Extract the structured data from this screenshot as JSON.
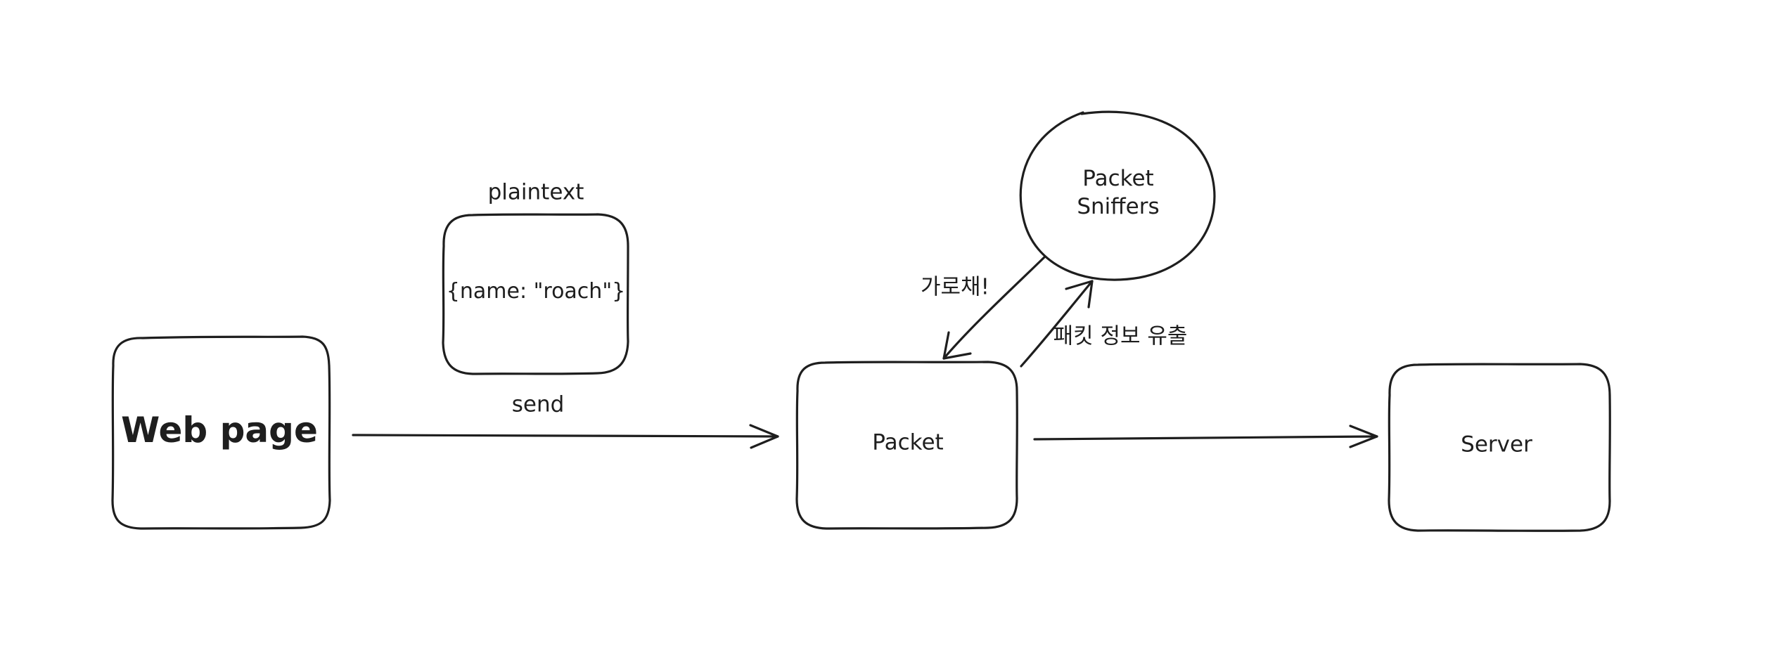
{
  "diagram": {
    "nodes": {
      "web_page": "Web page",
      "payload_box": "{name: \"roach\"}",
      "packet": "Packet",
      "server": "Server",
      "packet_sniffers": "Packet Sniffers"
    },
    "labels": {
      "plaintext": "plaintext",
      "send": "send",
      "intercept": "가로채!",
      "leak": "패킷 정보 유출"
    },
    "colors": {
      "stroke": "#1e1e1e",
      "background": "#ffffff"
    }
  }
}
